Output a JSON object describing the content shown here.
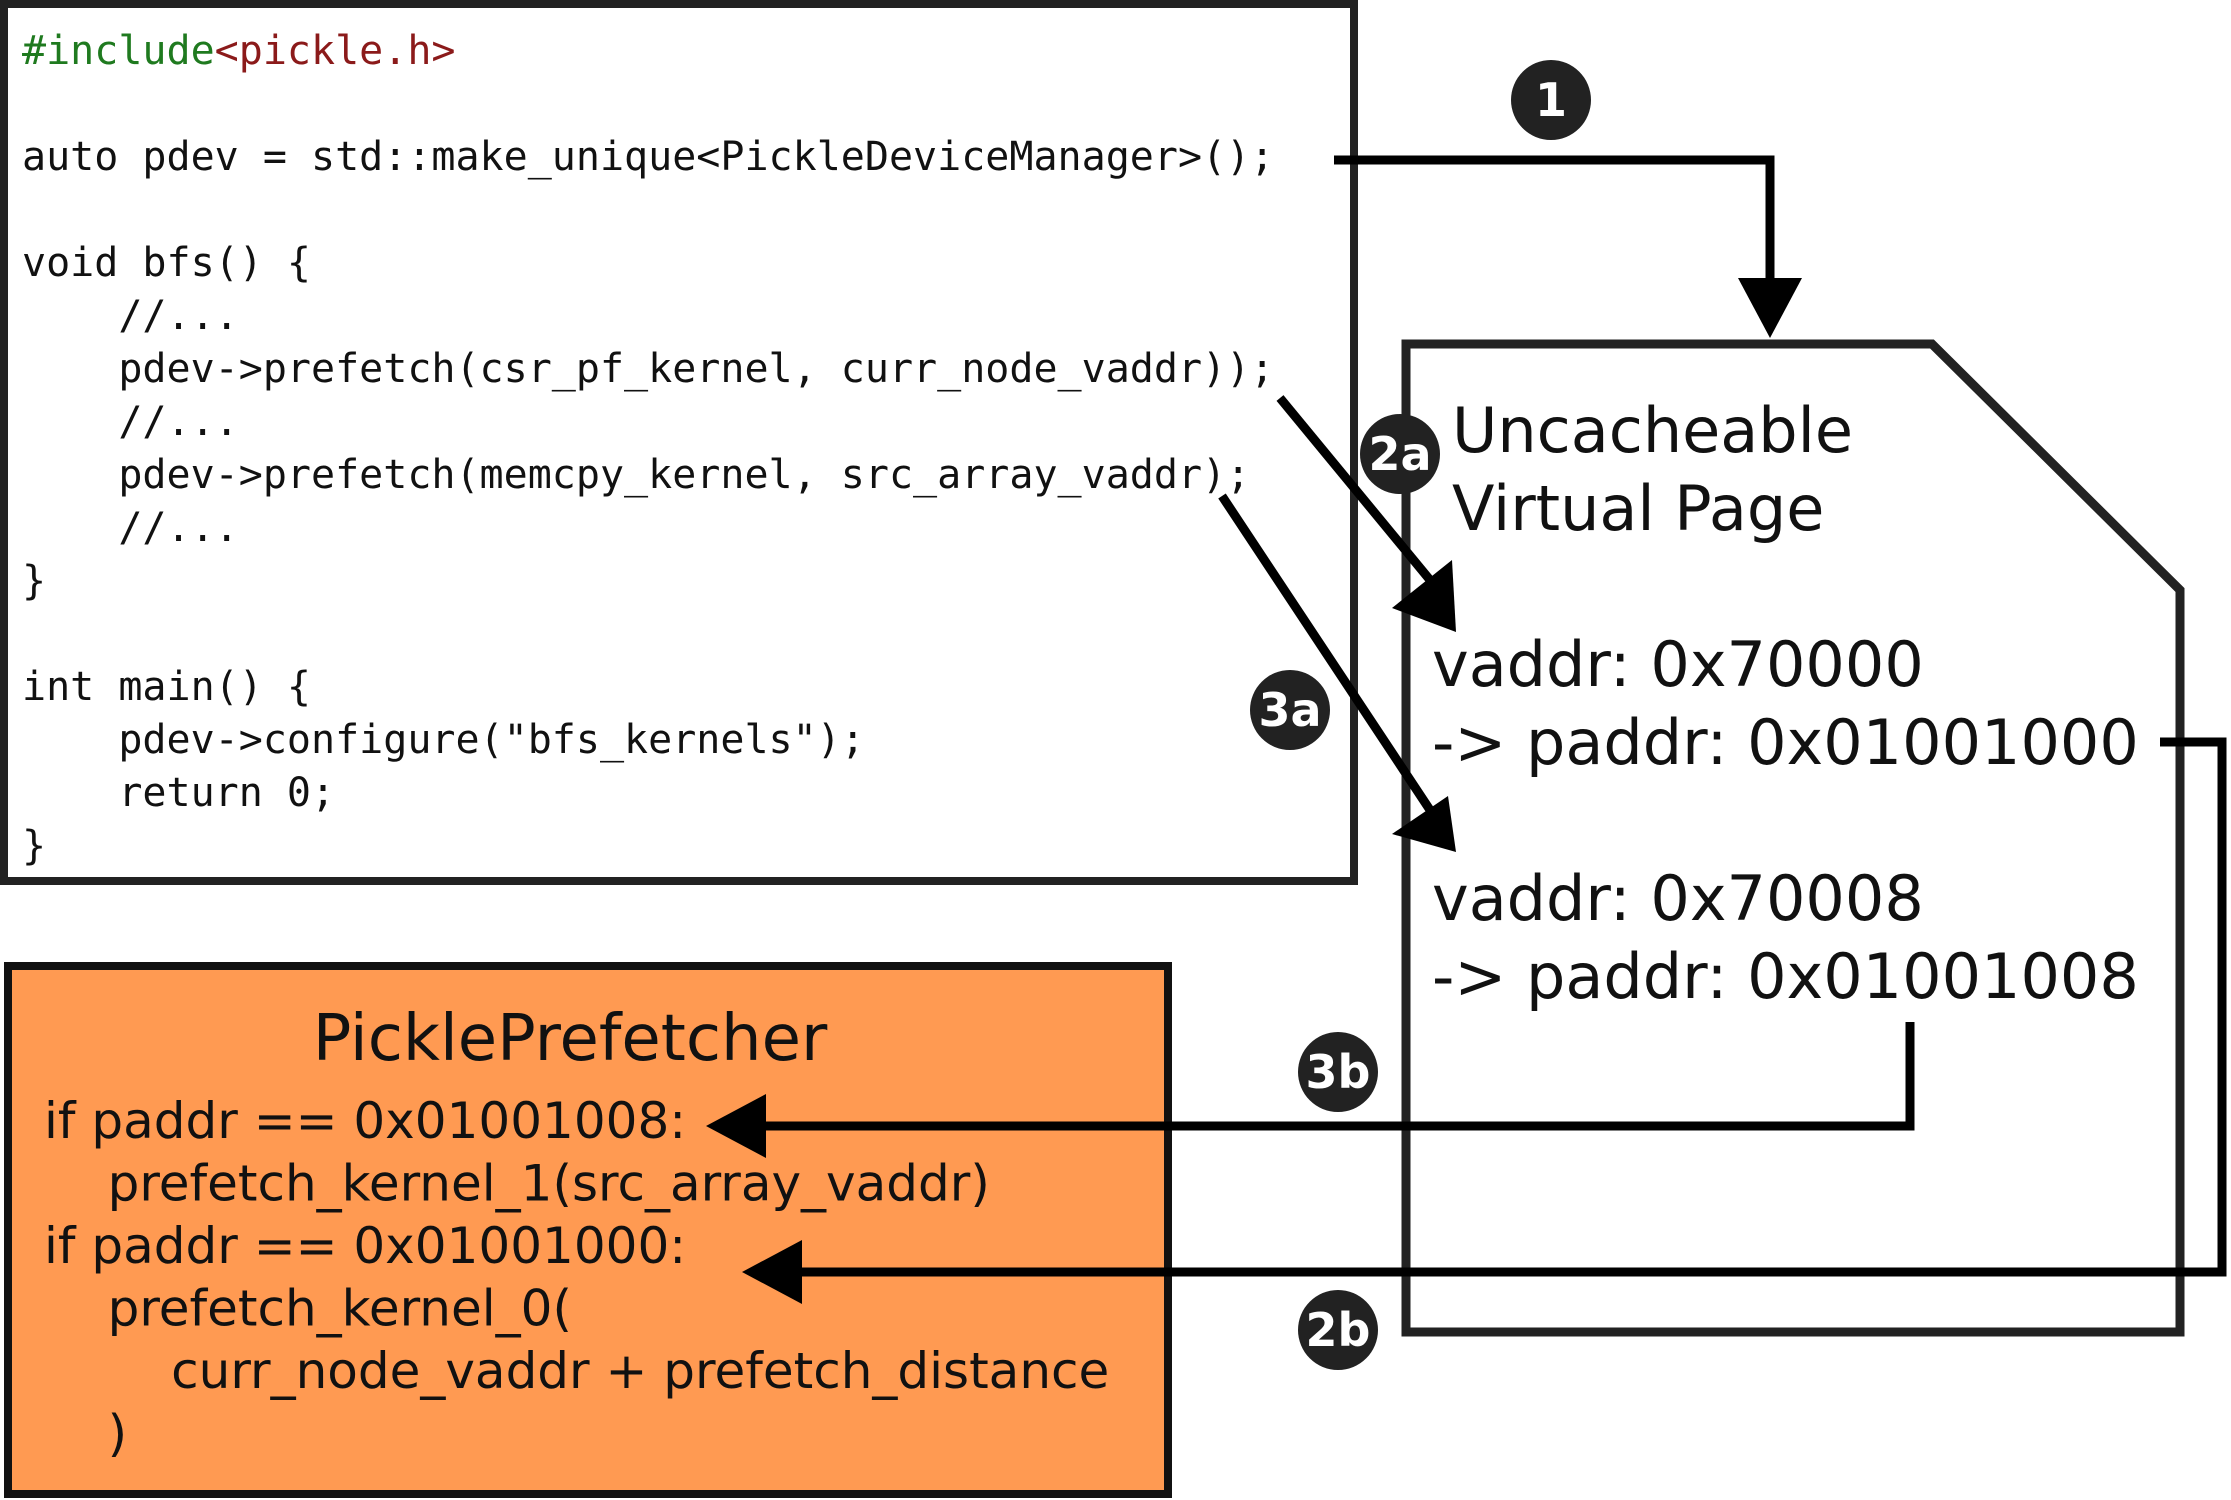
{
  "code": {
    "lines": [
      {
        "parts": [
          {
            "text": "#include",
            "cls": "code-dir"
          },
          {
            "text": "<pickle.h>",
            "cls": "code-hdr"
          }
        ]
      },
      {
        "text": ""
      },
      {
        "text": "auto pdev = std::make_unique<PickleDeviceManager>();"
      },
      {
        "text": ""
      },
      {
        "text": "void bfs() {"
      },
      {
        "text": "    //..."
      },
      {
        "text": "    pdev->prefetch(csr_pf_kernel, curr_node_vaddr));"
      },
      {
        "text": "    //..."
      },
      {
        "text": "    pdev->prefetch(memcpy_kernel, src_array_vaddr);"
      },
      {
        "text": "    //..."
      },
      {
        "text": "}"
      },
      {
        "text": ""
      },
      {
        "text": "int main() {"
      },
      {
        "text": "    pdev->configure(\"bfs_kernels\");"
      },
      {
        "text": "    return 0;"
      },
      {
        "text": "}"
      }
    ]
  },
  "page": {
    "title_line1": "Uncacheable",
    "title_line2": "Virtual Page",
    "entry1_vaddr": "vaddr: 0x70000",
    "entry1_paddr": "-> paddr: 0x01001000",
    "entry2_vaddr": "vaddr: 0x70008",
    "entry2_paddr": "-> paddr: 0x01001008"
  },
  "prefetcher": {
    "title": "PicklePrefetcher",
    "lines": [
      "if paddr == 0x01001008:",
      "    prefetch_kernel_1(src_array_vaddr)",
      "if paddr == 0x01001000:",
      "    prefetch_kernel_0(",
      "        curr_node_vaddr + prefetch_distance",
      "    )"
    ]
  },
  "badges": {
    "b1": "1",
    "b2a": "2a",
    "b2b": "2b",
    "b3a": "3a",
    "b3b": "3b"
  },
  "colors": {
    "prefetcher_fill": "#FF9A52",
    "badge_fill": "#222222",
    "stroke": "#000000"
  }
}
